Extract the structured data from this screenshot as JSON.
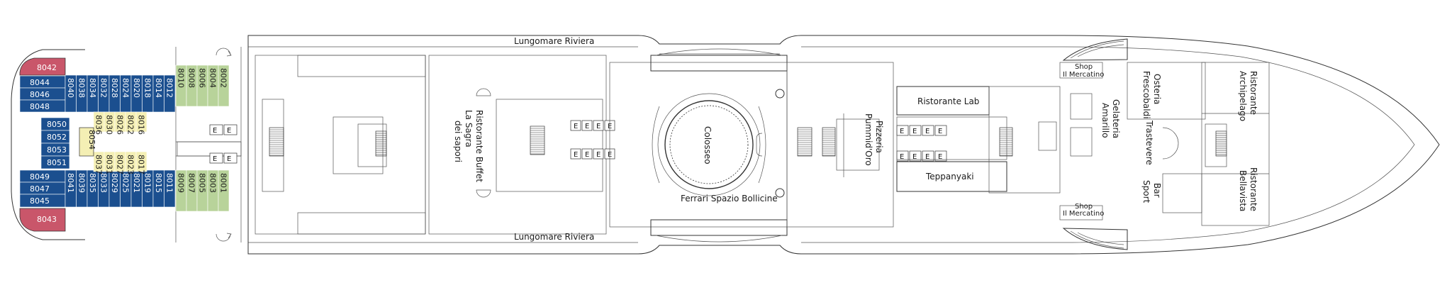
{
  "venues": {
    "promenade_top": "Lungomare Riviera",
    "promenade_bottom": "Lungomare Riviera",
    "buffet_line1": "Ristorante Buffet",
    "buffet_line2": "La Sagra",
    "buffet_line3": "dei sapori",
    "colosseo": "Colosseo",
    "bollicine": "Ferrari Spazio Bollicine",
    "pizzeria_line1": "Pizzeria",
    "pizzeria_line2": "Pummid'Oro",
    "lab": "Ristorante Lab",
    "teppanyaki": "Teppanyaki",
    "shop_top_line1": "Shop",
    "shop_top_line2": "Il Mercatino",
    "shop_bottom_line1": "Shop",
    "shop_bottom_line2": "Il Mercatino",
    "gelateria_line1": "Gelateria",
    "gelateria_line2": "Amarillo",
    "osteria_line1": "Osteria",
    "osteria_line2": "Frescobaldi",
    "trastevere": "Trastevere",
    "bar_line1": "Bar",
    "bar_line2": "Sport",
    "archipelago_line1": "Ristorante",
    "archipelago_line2": "Archipelago",
    "bellavista_line1": "Ristorante",
    "bellavista_line2": "Bellavista"
  },
  "cabins": {
    "suite_top": "8042",
    "suite_bottom": "8043",
    "stern_top": [
      "8044",
      "8046",
      "8048"
    ],
    "stern_mid": [
      "8050",
      "8052",
      "8053",
      "8051"
    ],
    "stern_bottom": [
      "8049",
      "8047",
      "8045"
    ],
    "blue_top_cols": [
      "8040",
      "8038",
      "8034",
      "8032",
      "8028",
      "8024",
      "8020",
      "8018",
      "8014",
      "8012"
    ],
    "blue_bottom_cols": [
      "8041",
      "8039",
      "8035",
      "8033",
      "8029",
      "8025",
      "8021",
      "8019",
      "8015",
      "8011"
    ],
    "yellow_top": [
      "8036",
      "8030",
      "8026",
      "8022",
      "8016"
    ],
    "yellow_mid_left": "8054",
    "yellow_bottom": [
      "8037",
      "8031",
      "8027",
      "8023",
      "8017"
    ],
    "green_top_cols": [
      "8010",
      "8008",
      "8006",
      "8004",
      "8002"
    ],
    "green_bottom_cols": [
      "8009",
      "8007",
      "8005",
      "8003",
      "8001"
    ]
  },
  "colors": {
    "suite": "#c9566a",
    "balcony": "#1b4f8f",
    "inside": "#f4efb4",
    "oceanview": "#b8d39a",
    "outline": "#333333"
  },
  "icons": {
    "elevator_bank": "E",
    "door_swing": "door-swing-icon",
    "staircase": "staircase-icon"
  }
}
